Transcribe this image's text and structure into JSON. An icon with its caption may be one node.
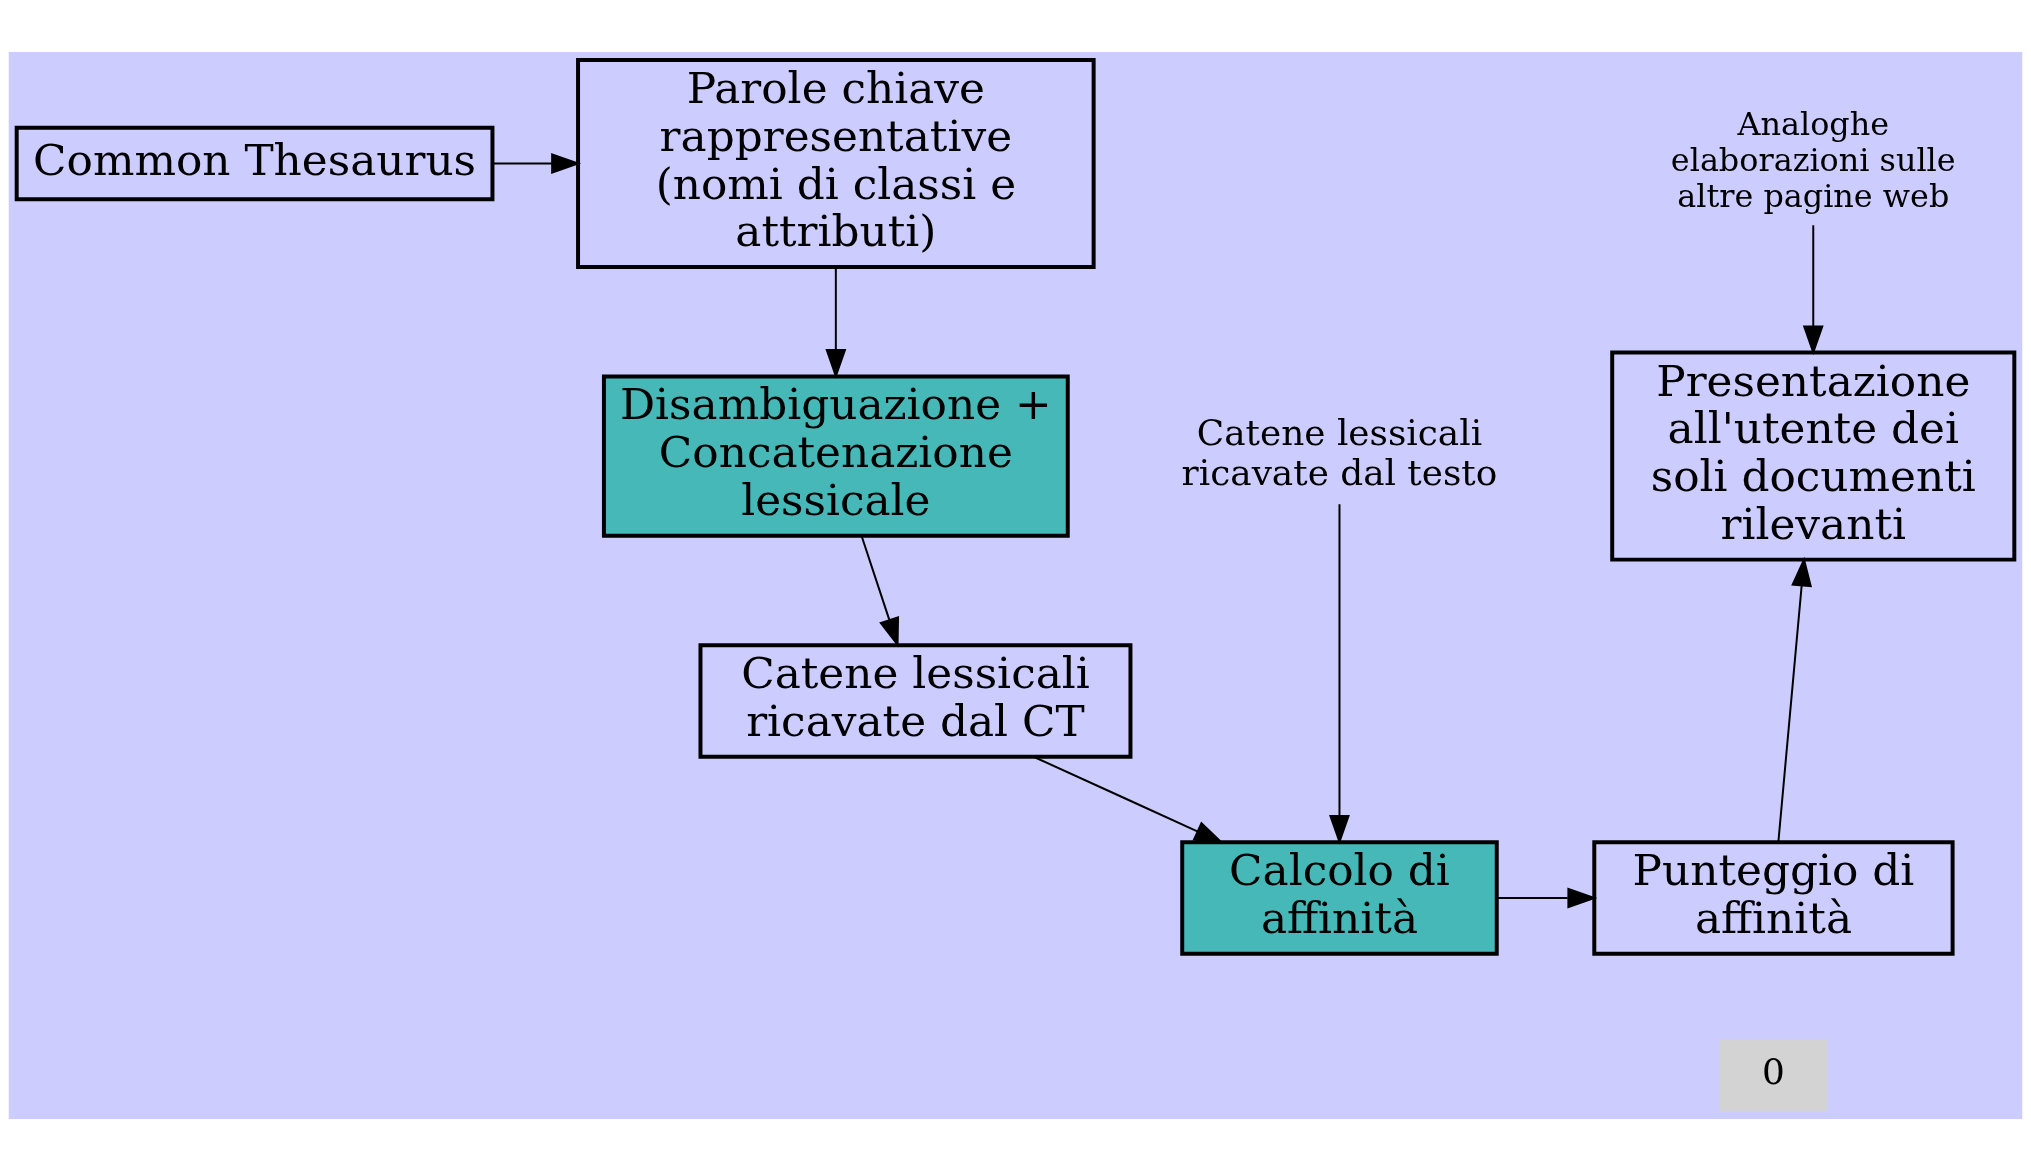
{
  "diagram": {
    "nodes": [
      {
        "text": [
          "Common Thesaurus"
        ]
      },
      {
        "text": [
          "Parole chiave rappresentative (nomi di classi e attributi)"
        ]
      },
      {
        "text": [
          "Analoghe elaborazioni sulle altre pagine web"
        ]
      },
      {
        "text": [
          "Catene lessicali ricavate dal testo"
        ]
      },
      {
        "text": [
          "Disambiguazione + Concatenazione lessicale"
        ]
      },
      {
        "text": [
          "Presentazione all'utente dei soli documenti rilevanti"
        ]
      },
      {
        "text": [
          "Catene lessicali ricavate dal CT"
        ]
      },
      {
        "text": [
          "Calcolo di affinità"
        ]
      },
      {
        "text": [
          "Punteggio di affinità"
        ]
      }
    ],
    "edges": [
      {
        "from": 0,
        "to": 1,
        "arrow": "to"
      },
      {
        "from": 1,
        "to": 4,
        "arrow": "to"
      },
      {
        "from": 2,
        "to": 5,
        "arrow": "to"
      },
      {
        "from": 3,
        "to": 7,
        "arrow": "to"
      },
      {
        "from": 4,
        "to": 6,
        "arrow": "to"
      },
      {
        "from": 6,
        "to": 7,
        "arrow": "to"
      },
      {
        "from": 7,
        "to": 8,
        "arrow": "to"
      },
      {
        "from": 8,
        "to": 5,
        "arrow": "to"
      }
    ],
    "labels": [
      "0"
    ]
  }
}
